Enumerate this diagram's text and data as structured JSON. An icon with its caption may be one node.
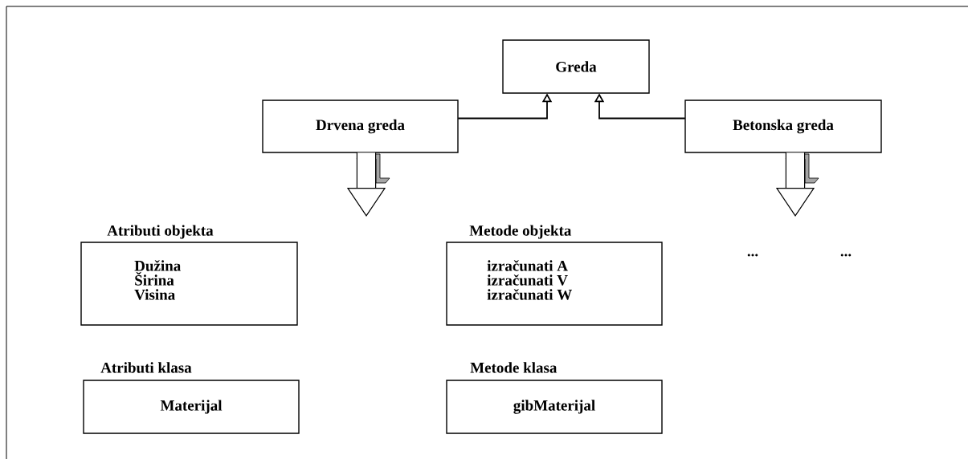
{
  "diagram": {
    "nodes": [
      {
        "text": [
          "Greda"
        ]
      },
      {
        "text": [
          "Drvena greda"
        ]
      },
      {
        "text": [
          "Betonska greda"
        ]
      },
      {
        "text": [
          "Atributi objekta",
          "Dužina",
          "Širina",
          "Visina"
        ]
      },
      {
        "text": [
          "Metode objekta",
          "izračunati A",
          "izračunati V",
          "izračunati W"
        ]
      },
      {
        "text": [
          "Atributi klasa",
          "Materijal"
        ]
      },
      {
        "text": [
          "Metode klasa",
          "gibMaterijal"
        ]
      }
    ],
    "edges": [
      {
        "from": 1,
        "to": 0,
        "arrow": "to"
      },
      {
        "from": 2,
        "to": 0,
        "arrow": "to"
      },
      {
        "from": 1,
        "to": null,
        "arrow": "to",
        "style": "thick"
      },
      {
        "from": 2,
        "to": null,
        "arrow": "to",
        "style": "thick"
      }
    ],
    "labels": [
      "...",
      "..."
    ]
  }
}
